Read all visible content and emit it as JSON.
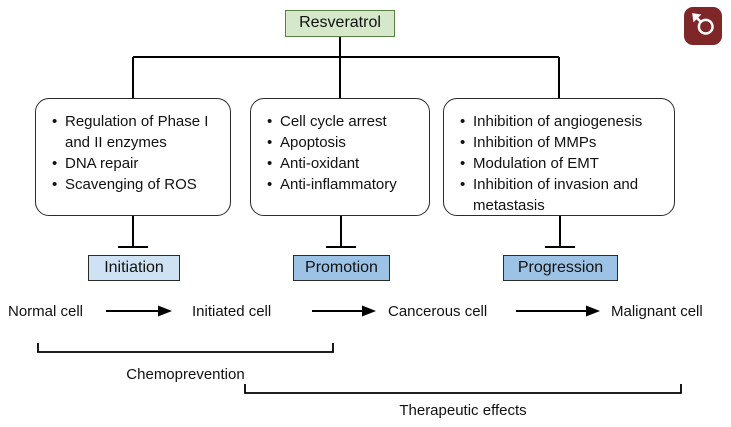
{
  "title": "Resveratrol",
  "mechanisms": [
    {
      "items": [
        "Regulation of Phase I and II enzymes",
        "DNA repair",
        "Scavenging of ROS"
      ]
    },
    {
      "items": [
        "Cell cycle arrest",
        "Apoptosis",
        "Anti-oxidant",
        "Anti-inflammatory"
      ]
    },
    {
      "items": [
        "Inhibition of angiogenesis",
        "Inhibition of MMPs",
        "Modulation of EMT",
        "Inhibition of invasion and metastasis"
      ]
    }
  ],
  "stages": [
    {
      "label": "Initiation",
      "fill": "#cfe2f3"
    },
    {
      "label": "Promotion",
      "fill": "#9cc3e5"
    },
    {
      "label": "Progression",
      "fill": "#9cc3e5"
    }
  ],
  "progression_cells": [
    "Normal cell",
    "Initiated cell",
    "Cancerous cell",
    "Malignant cell"
  ],
  "spans": {
    "chemoprevention": "Chemoprevention",
    "therapeutic": "Therapeutic effects"
  },
  "icons": {
    "male_symbol": "male-symbol-icon"
  },
  "colors": {
    "resveratrol_fill": "#d5e8ca",
    "resveratrol_border": "#5a8144",
    "initiation_fill": "#cfe2f3",
    "promotion_fill": "#9cc3e5",
    "progression_fill": "#9cc3e5",
    "icon_badge_bg": "#7f2629",
    "line": "#000000"
  }
}
